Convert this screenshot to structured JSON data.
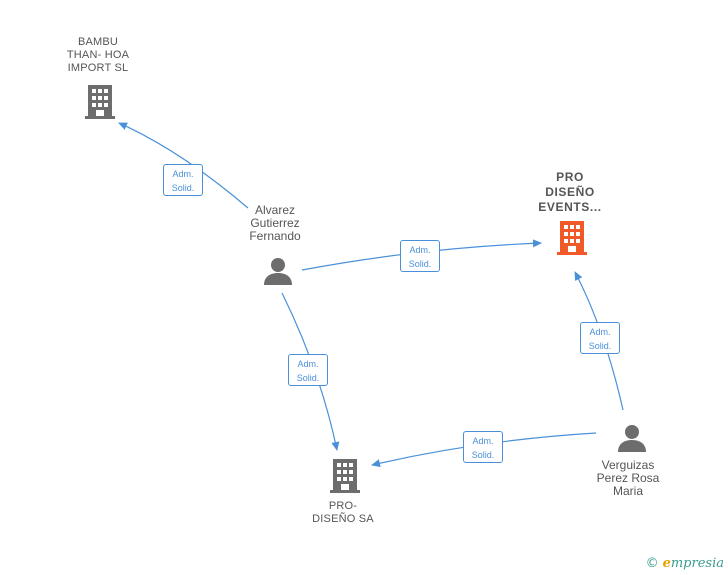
{
  "nodes": {
    "bambu": {
      "label": "BAMBU\nTHAN- HOA\nIMPORT SL",
      "kind": "company"
    },
    "pro_diseno_events": {
      "label": "PRO\nDISEÑO\nEVENTS...",
      "kind": "company-highlight"
    },
    "alvarez": {
      "label": "Alvarez\nGutierrez\nFernando",
      "kind": "person"
    },
    "pro_diseno_sa": {
      "label": "PRO-\nDISEÑO SA",
      "kind": "company"
    },
    "verguizas": {
      "label": "Verguizas\nPerez Rosa\nMaria",
      "kind": "person"
    }
  },
  "edges": [
    {
      "from": "alvarez",
      "to": "bambu",
      "line1": "Adm.",
      "line2": "Solid."
    },
    {
      "from": "alvarez",
      "to": "pro_diseno_events",
      "line1": "Adm.",
      "line2": "Solid."
    },
    {
      "from": "alvarez",
      "to": "pro_diseno_sa",
      "line1": "Adm.",
      "line2": "Solid."
    },
    {
      "from": "verguizas",
      "to": "pro_diseno_events",
      "line1": "Adm.",
      "line2": "Solid."
    },
    {
      "from": "verguizas",
      "to": "pro_diseno_sa",
      "line1": "Adm.",
      "line2": "Solid."
    }
  ],
  "colors": {
    "edge": "#4a90d9",
    "company": "#6d6d6d",
    "highlight": "#f05a28",
    "person": "#6d6d6d"
  },
  "footer": {
    "copyright": "©",
    "brand_initial": "e",
    "brand_rest": "mpresia"
  }
}
